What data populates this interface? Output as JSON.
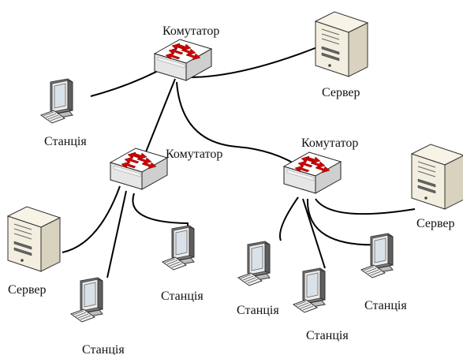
{
  "nodes": {
    "switch_top": {
      "label": "Комутатор",
      "icon": "network-switch-icon"
    },
    "switch_left": {
      "label": "Комутатор",
      "icon": "network-switch-icon"
    },
    "switch_right": {
      "label": "Комутатор",
      "icon": "network-switch-icon"
    },
    "server_top": {
      "label": "Сервер",
      "icon": "server-tower-icon"
    },
    "server_right": {
      "label": "Сервер",
      "icon": "server-tower-icon"
    },
    "server_left": {
      "label": "Сервер",
      "icon": "server-tower-icon"
    },
    "station_1": {
      "label": "Станція",
      "icon": "workstation-icon"
    },
    "station_2": {
      "label": "Станція",
      "icon": "workstation-icon"
    },
    "station_3": {
      "label": "Станція",
      "icon": "workstation-icon"
    },
    "station_4": {
      "label": "Станція",
      "icon": "workstation-icon"
    },
    "station_5": {
      "label": "Станція",
      "icon": "workstation-icon"
    },
    "station_6": {
      "label": "Станція",
      "icon": "workstation-icon"
    }
  },
  "connections": [
    {
      "from": "switch_top",
      "to": "station_1"
    },
    {
      "from": "switch_top",
      "to": "server_top"
    },
    {
      "from": "switch_top",
      "to": "switch_left"
    },
    {
      "from": "switch_top",
      "to": "switch_right"
    },
    {
      "from": "switch_left",
      "to": "server_left"
    },
    {
      "from": "switch_left",
      "to": "station_2"
    },
    {
      "from": "switch_left",
      "to": "station_3"
    },
    {
      "from": "switch_right",
      "to": "server_right"
    },
    {
      "from": "switch_right",
      "to": "station_4"
    },
    {
      "from": "switch_right",
      "to": "station_5"
    },
    {
      "from": "switch_right",
      "to": "station_6"
    }
  ],
  "colors": {
    "switch_body": "#f2f2f2",
    "switch_arrow": "#d40000",
    "monitor_frame": "#8a8a8a",
    "monitor_screen": "#dfe6ea",
    "server_body": "#f3eedf",
    "cable": "#000000"
  }
}
